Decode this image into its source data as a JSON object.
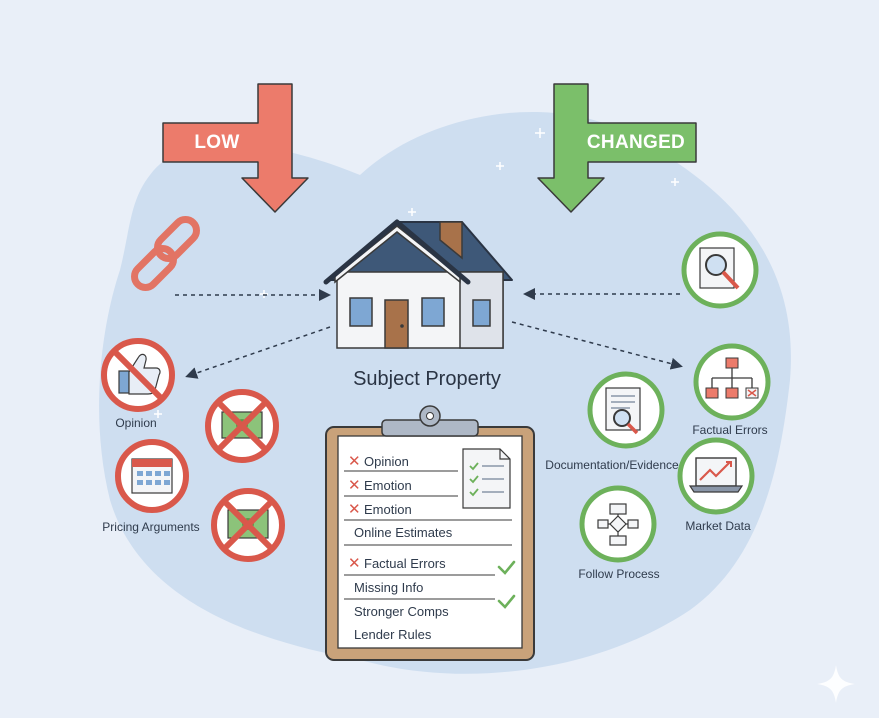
{
  "arrows": {
    "low": {
      "label": "LOW",
      "color": "#ec7b6b"
    },
    "changed": {
      "label": "CHANGED",
      "color": "#7bbf6a"
    }
  },
  "center": {
    "title": "Subject Property"
  },
  "left_items": [
    {
      "label": "Opinion",
      "icon": "thumbs-up-prohibited-icon"
    },
    {
      "label": "Pricing Arguments",
      "icon": "calendar-prohibited-icon"
    },
    {
      "label": "",
      "icon": "money-prohibited-icon"
    },
    {
      "label": "",
      "icon": "money-prohibited-icon"
    }
  ],
  "right_items": [
    {
      "label": "Factual Errors",
      "icon": "org-chart-icon"
    },
    {
      "label": "Documentation/Evidence",
      "icon": "document-magnifier-icon"
    },
    {
      "label": "Market Data",
      "icon": "laptop-chart-icon"
    },
    {
      "label": "Follow Process",
      "icon": "flowchart-icon"
    }
  ],
  "checklist": {
    "items": [
      {
        "text": "Opinion",
        "mark": "x"
      },
      {
        "text": "Emotion",
        "mark": "x"
      },
      {
        "text": "Emotion",
        "mark": "x"
      },
      {
        "text": "Online Estimates",
        "mark": ""
      },
      {
        "text": "Factual Errors",
        "mark": "x"
      },
      {
        "text": "Missing Info",
        "mark": "check"
      },
      {
        "text": "Stronger Comps",
        "mark": "check"
      },
      {
        "text": "Lender Rules",
        "mark": ""
      }
    ]
  },
  "colors": {
    "background": "#e9eff8",
    "blob": "#c9dbef",
    "red": "#d9584b",
    "green": "#6db15b",
    "house_roof": "#3e5878",
    "clipboard": "#c9a27a"
  }
}
